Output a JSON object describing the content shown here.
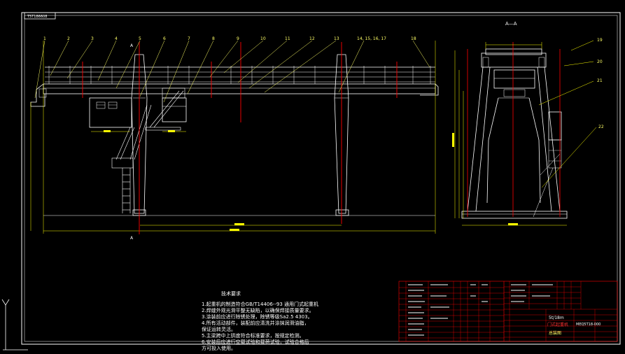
{
  "drawing": {
    "border_tag": "T5T186608",
    "section_label": "A—A",
    "section_mark_top": "A",
    "section_mark_bottom": "A",
    "part_numbers": [
      "1",
      "2",
      "3",
      "4",
      "5",
      "6",
      "7",
      "8",
      "9",
      "10",
      "11",
      "12",
      "13",
      "14, 15, 16, 17",
      "18",
      "19",
      "20",
      "21",
      "22"
    ]
  },
  "notes": {
    "title": "技术要求",
    "lines": [
      "1.起重机的制造符合GB/T14406--93 通用门式起重机",
      "2.焊缝外观光滑平整无缺陷，以确保焊接质量要求。",
      "3.涂装前应进行除锈处理，除锈等级Sa2.5 4303。",
      "4.所有活动部件，装配前应清洗并涂抹润滑油脂，",
      "   保证运转灵活。",
      "5.主梁跨中上拱度符合标准要求，按规定检测。",
      "6.安装后应进行空载试验和载荷试验，试验合格后",
      "   方可投入使用。"
    ]
  },
  "title_block": {
    "company": "5t/18m",
    "drawing_name": "门式起重机",
    "drawing_no": "MEQ5T18-000",
    "sheet_label": "总装图"
  },
  "colors": {
    "frame": "#ffffff",
    "structure": "#ffffff",
    "dimension": "#ffff00",
    "centerline": "#ff0000",
    "leader": "#ffff66",
    "title_block": "#ff0000"
  }
}
